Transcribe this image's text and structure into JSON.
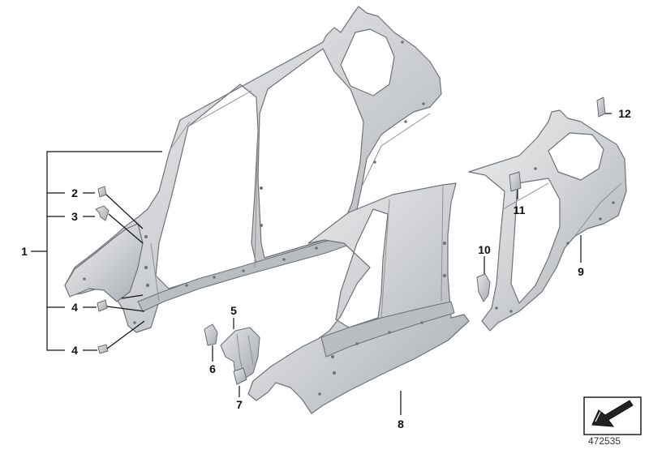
{
  "callouts": {
    "c1": "1",
    "c2": "2",
    "c3": "3",
    "c4a": "4",
    "c4b": "4",
    "c5": "5",
    "c6": "6",
    "c7": "7",
    "c8": "8",
    "c9": "9",
    "c10": "10",
    "c11": "11",
    "c12": "12"
  },
  "diagram_id": "472535",
  "colors": {
    "metal_light": "#e6e7e9",
    "metal_mid": "#c9cbce",
    "metal_dark": "#9a9ea3",
    "outline": "#6f7378"
  }
}
